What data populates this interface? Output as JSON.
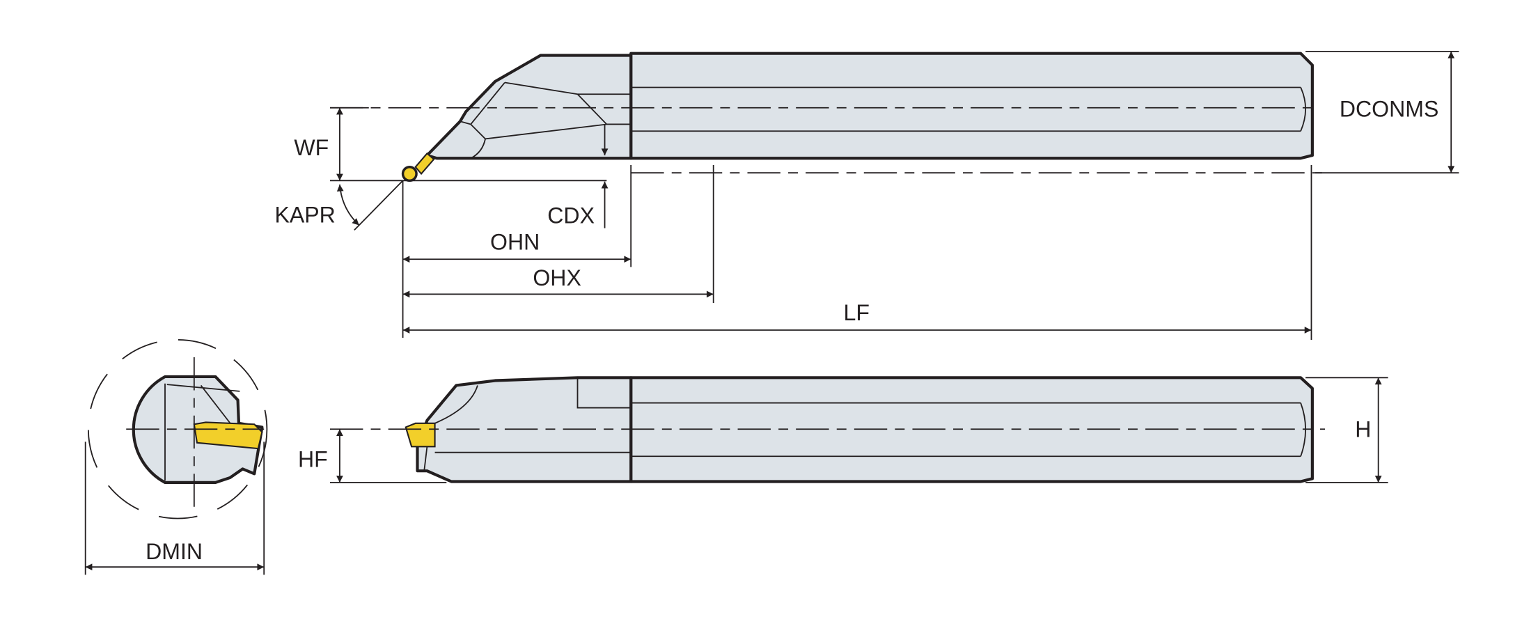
{
  "colors": {
    "body": "#dde3e8",
    "insert": "#f2cf2a",
    "line": "#231f20"
  },
  "labels": {
    "wf": "WF",
    "kapr": "KAPR",
    "cdx": "CDX",
    "ohn": "OHN",
    "ohx": "OHX",
    "lf": "LF",
    "dconms": "DCONMS",
    "hf": "HF",
    "h": "H",
    "dmin": "DMIN"
  }
}
